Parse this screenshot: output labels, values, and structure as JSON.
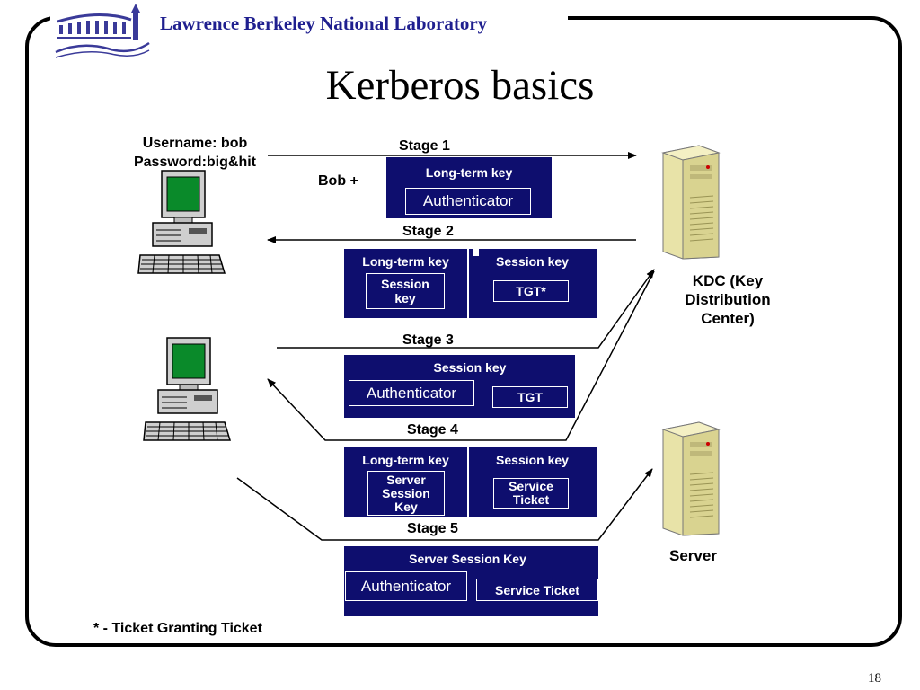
{
  "header": {
    "lab_name": "Lawrence Berkeley National Laboratory"
  },
  "title": "Kerberos basics",
  "user": {
    "username": "Username: bob",
    "password": "Password:big&hit",
    "name_prefix": "Bob  +"
  },
  "stages": {
    "s1": "Stage 1",
    "s2": "Stage 2",
    "s3": "Stage 3",
    "s4": "Stage 4",
    "s5": "Stage 5"
  },
  "msg1": {
    "header": "Long-term  key",
    "inner": "Authenticator"
  },
  "msg2": {
    "left_header": "Long-term  key",
    "left_inner": "Session key",
    "right_header": "Session  key",
    "right_inner": "TGT*"
  },
  "msg3": {
    "header": "Session  key",
    "inner_left": "Authenticator",
    "inner_right": "TGT"
  },
  "msg4": {
    "left_header": "Long-term  key",
    "left_inner": "Server Session Key",
    "right_header": "Session  key",
    "right_inner": "Service Ticket"
  },
  "msg5": {
    "header": "Server Session Key",
    "inner_left": "Authenticator",
    "inner_right": "Service Ticket"
  },
  "kdc_label": "KDC (Key Distribution Center)",
  "server_label": "Server",
  "footnote": "* - Ticket Granting Ticket",
  "page_number": "18",
  "colors": {
    "box_fill": "#0e0e6e",
    "lab_title": "#1f1f8f",
    "screen": "#0a8a2a"
  }
}
